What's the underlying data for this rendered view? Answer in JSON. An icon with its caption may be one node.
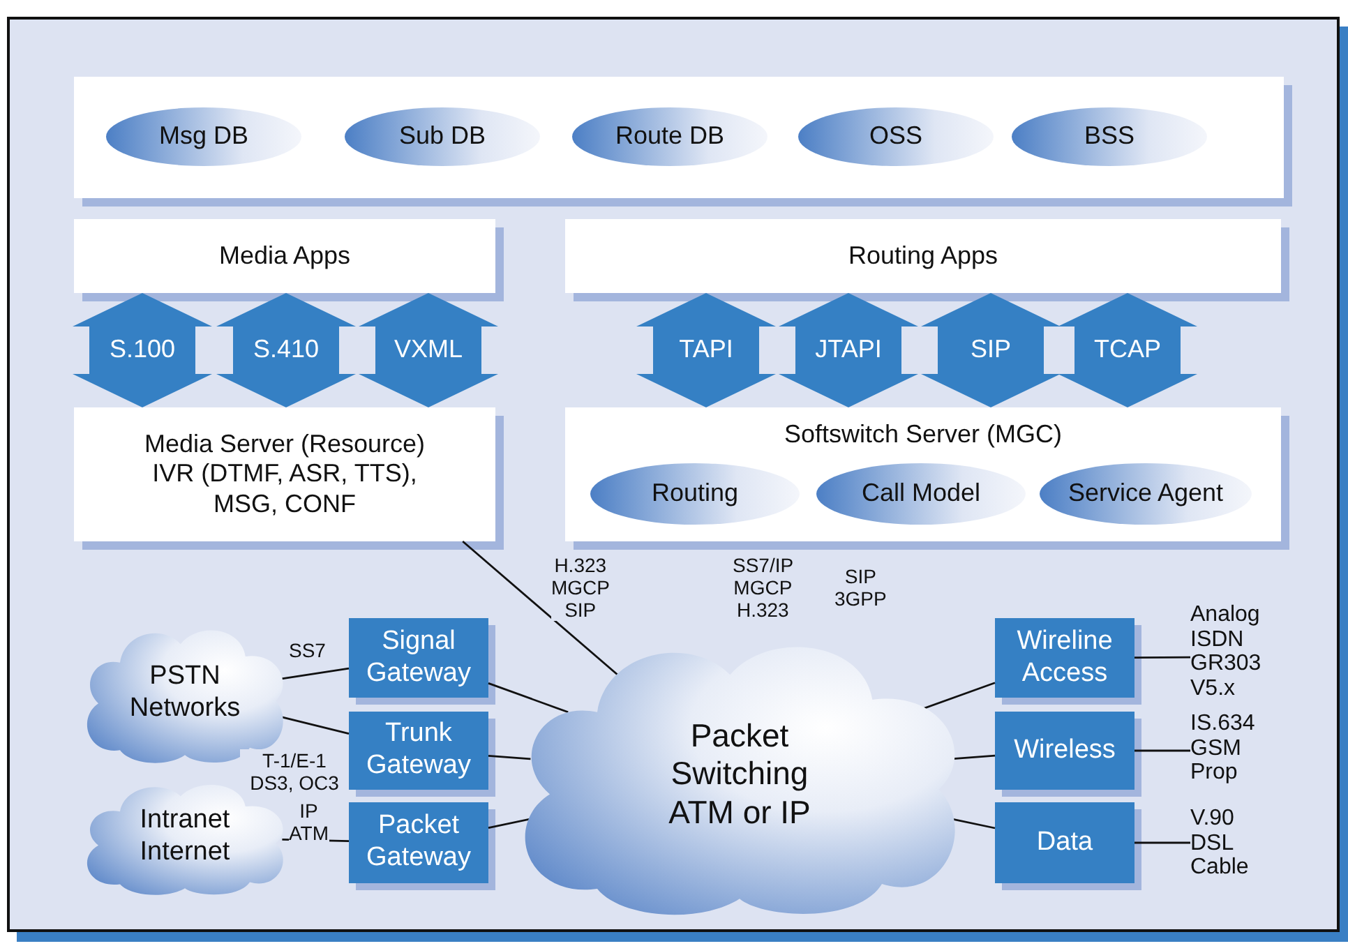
{
  "diagram": {
    "nodes": [
      {
        "text": [],
        "shape": "box"
      },
      {
        "text": [
          "Msg DB"
        ],
        "in": 0
      },
      {
        "text": [
          "Sub DB"
        ],
        "in": 0
      },
      {
        "text": [
          "Route DB"
        ],
        "in": 0
      },
      {
        "text": [
          "OSS"
        ],
        "in": 0
      },
      {
        "text": [
          "BSS"
        ],
        "in": 0
      },
      {
        "text": [
          "Media Apps"
        ]
      },
      {
        "text": [
          "Routing Apps"
        ]
      },
      {
        "text": [
          "Media Server (Resource) IVR (DTMF, ASR, TTS), MSG, CONF"
        ]
      },
      {
        "text": [
          "Softswitch Server (MGC)"
        ]
      },
      {
        "text": [
          "Routing"
        ],
        "in": 9
      },
      {
        "text": [
          "Call Model"
        ],
        "in": 9
      },
      {
        "text": [
          "Service Agent"
        ],
        "in": 9
      },
      {
        "text": [
          "PSTN Networks"
        ]
      },
      {
        "text": [
          "Intranet Internet"
        ]
      },
      {
        "text": [
          "Signal Gateway"
        ]
      },
      {
        "text": [
          "Trunk Gateway"
        ]
      },
      {
        "text": [
          "Packet Gateway"
        ]
      },
      {
        "text": [
          "Packet Switching ATM or IP"
        ]
      },
      {
        "text": [
          "Wireline Access"
        ]
      },
      {
        "text": [
          "Wireless"
        ]
      },
      {
        "text": [
          "Data"
        ]
      },
      {
        "text": [
          "Analog ISDN GR303 V5.x"
        ]
      },
      {
        "text": [
          "IS.634 GSM Prop"
        ]
      },
      {
        "text": [
          "V.90 DSL Cable"
        ]
      }
    ],
    "edges": [
      {
        "from": 6,
        "to": 8,
        "arrow": "both",
        "label": "S.100"
      },
      {
        "from": 6,
        "to": 8,
        "arrow": "both",
        "label": "S.410"
      },
      {
        "from": 6,
        "to": 8,
        "arrow": "both",
        "label": "VXML"
      },
      {
        "from": 7,
        "to": 9,
        "arrow": "both",
        "label": "TAPI"
      },
      {
        "from": 7,
        "to": 9,
        "arrow": "both",
        "label": "JTAPI"
      },
      {
        "from": 7,
        "to": 9,
        "arrow": "both",
        "label": "SIP"
      },
      {
        "from": 7,
        "to": 9,
        "arrow": "both",
        "label": "TCAP"
      },
      {
        "from": 8,
        "to": 18,
        "arrow": "none",
        "label": "H.323 MGCP SIP"
      },
      {
        "from": 13,
        "to": 15,
        "arrow": "none",
        "label": "SS7"
      },
      {
        "from": 13,
        "to": 16,
        "arrow": "none",
        "label": "T-1/E-1 DS3, OC3"
      },
      {
        "from": 14,
        "to": 17,
        "arrow": "none",
        "label": "IP ATM"
      },
      {
        "from": 15,
        "to": 18,
        "arrow": "none"
      },
      {
        "from": 16,
        "to": 18,
        "arrow": "none"
      },
      {
        "from": 17,
        "to": 18,
        "arrow": "none"
      },
      {
        "from": 18,
        "to": 19,
        "arrow": "none"
      },
      {
        "from": 18,
        "to": 20,
        "arrow": "none"
      },
      {
        "from": 18,
        "to": 21,
        "arrow": "none"
      },
      {
        "from": 19,
        "to": 22,
        "arrow": "none"
      },
      {
        "from": 20,
        "to": 23,
        "arrow": "none"
      },
      {
        "from": 21,
        "to": 24,
        "arrow": "none"
      }
    ],
    "labels": [
      "SS7/IP MGCP H.323",
      "SIP 3GPP"
    ]
  }
}
